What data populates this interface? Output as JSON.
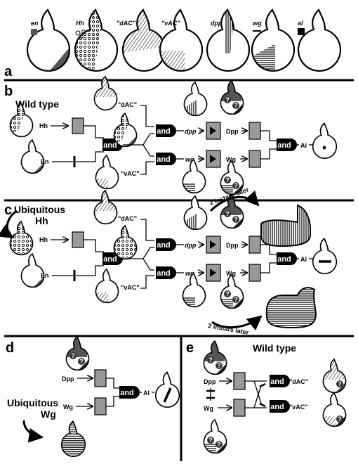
{
  "panel_labels": {
    "a": "a",
    "b": "b",
    "c": "c",
    "d": "d",
    "e": "e"
  },
  "panel_a": {
    "disc_labels": [
      "en",
      "Hh",
      "\"dAC\"",
      "\"vAC\"",
      "dpp",
      "wg",
      "al"
    ]
  },
  "panel_b": {
    "title": "Wild type",
    "nodes": {
      "hh": "Hh",
      "en": "En",
      "dac": "\"dAC\"",
      "vac": "\"vAC\"",
      "dpp": "dpp",
      "Dpp": "Dpp",
      "wg": "wg",
      "Wg": "Wg",
      "al": "Al"
    }
  },
  "panel_c": {
    "title1": "Ubiquitous",
    "title2": "Hh",
    "later_top": "2 instars later",
    "later_bottom": "2 instars later",
    "nodes": {
      "hh": "Hh",
      "en": "En",
      "dac": "\"dAC\"",
      "vac": "\"vAC\"",
      "dpp": "dpp",
      "Dpp": "Dpp",
      "wg": "wg",
      "Wg": "Wg",
      "al": "Al"
    }
  },
  "panel_d": {
    "title1": "Ubiquitous",
    "title2": "Wg",
    "nodes": {
      "Dpp": "Dpp",
      "Wg": "Wg",
      "al": "Al"
    }
  },
  "panel_e": {
    "title": "Wild type",
    "nodes": {
      "Dpp": "Dpp",
      "Wg": "Wg",
      "dac": "\"dAC\"",
      "vac": "\"vAC\""
    }
  },
  "gate_label": "and",
  "question_mark": "?",
  "colors": {
    "ink": "#000000",
    "engrailed": "#555555",
    "receptor": "#9a9a9a",
    "paper": "#ffffff"
  }
}
